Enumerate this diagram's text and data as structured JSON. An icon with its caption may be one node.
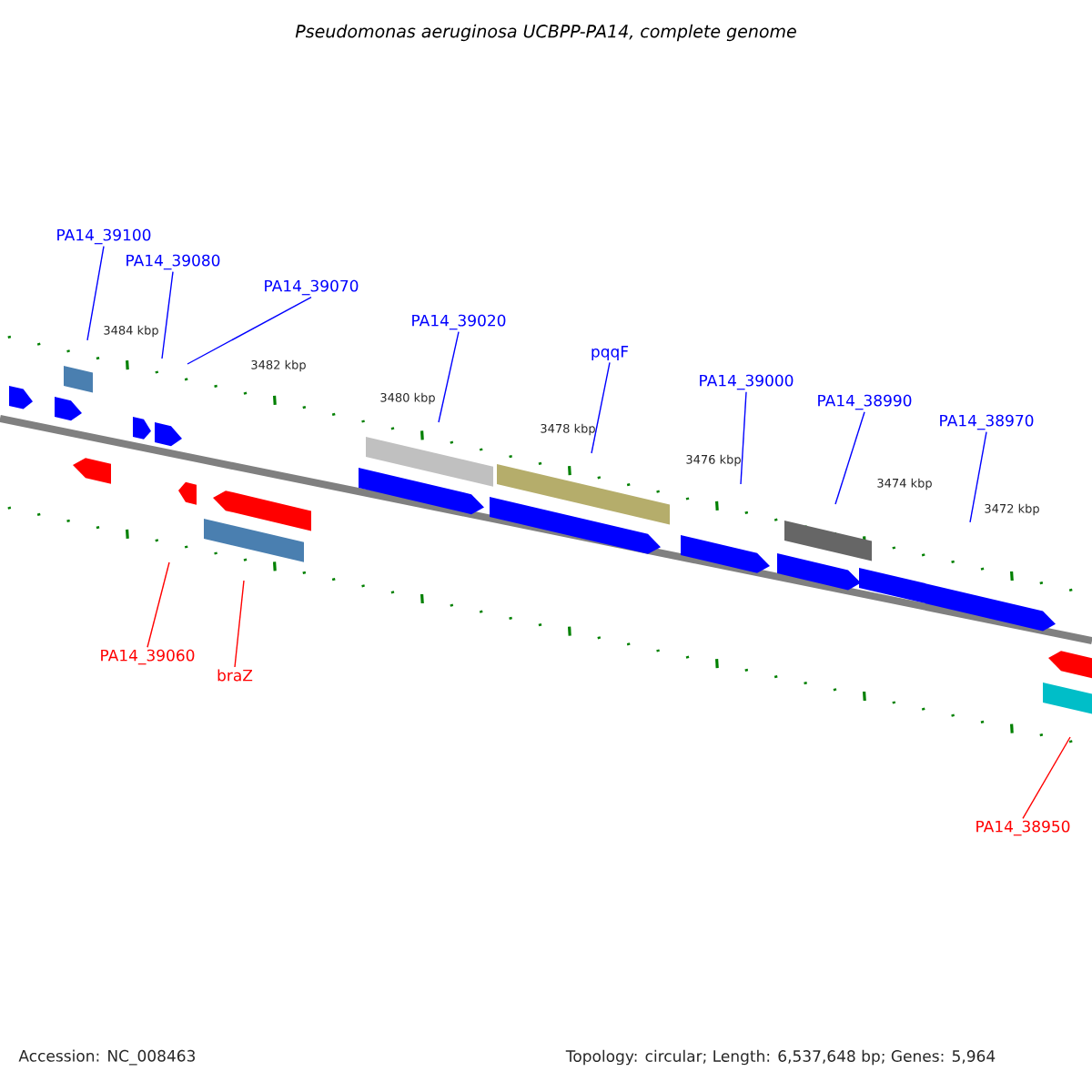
{
  "diagram": {
    "title": "Pseudomonas aeruginosa UCBPP-PA14, complete genome",
    "nodes": [
      {
        "text": [
          "PA14_39100"
        ]
      },
      {
        "text": [
          "PA14_39080"
        ]
      },
      {
        "text": [
          "PA14_39070"
        ]
      },
      {
        "text": [
          "PA14_39020"
        ]
      },
      {
        "text": [
          "pqqF"
        ]
      },
      {
        "text": [
          "PA14_39000"
        ]
      },
      {
        "text": [
          "PA14_38990"
        ]
      },
      {
        "text": [
          "PA14_38970"
        ]
      },
      {
        "text": [
          "PA14_39060"
        ]
      },
      {
        "text": [
          "braZ"
        ]
      },
      {
        "text": [
          "PA14_38950"
        ]
      }
    ],
    "edges": [
      {
        "from": 0,
        "to": null,
        "arrow": "none"
      },
      {
        "from": 1,
        "to": null,
        "arrow": "none"
      },
      {
        "from": 2,
        "to": null,
        "arrow": "none"
      },
      {
        "from": 3,
        "to": null,
        "arrow": "none"
      },
      {
        "from": 4,
        "to": null,
        "arrow": "none"
      },
      {
        "from": 5,
        "to": null,
        "arrow": "none"
      },
      {
        "from": 6,
        "to": null,
        "arrow": "none"
      },
      {
        "from": 7,
        "to": null,
        "arrow": "none"
      },
      {
        "from": 8,
        "to": null,
        "arrow": "none",
        "color": "#ff0000"
      },
      {
        "from": 9,
        "to": null,
        "arrow": "none",
        "color": "#ff0000"
      },
      {
        "from": 10,
        "to": null,
        "arrow": "none",
        "color": "#ff0000"
      }
    ],
    "labels": [
      "3484 kbp",
      "3482 kbp",
      "3480 kbp",
      "3478 kbp",
      "3476 kbp",
      "3474 kbp",
      "3472 kbp",
      "Accession: NC_008463",
      "Topology: circular; Length: 6,537,648 bp; Genes: 5,964"
    ]
  }
}
